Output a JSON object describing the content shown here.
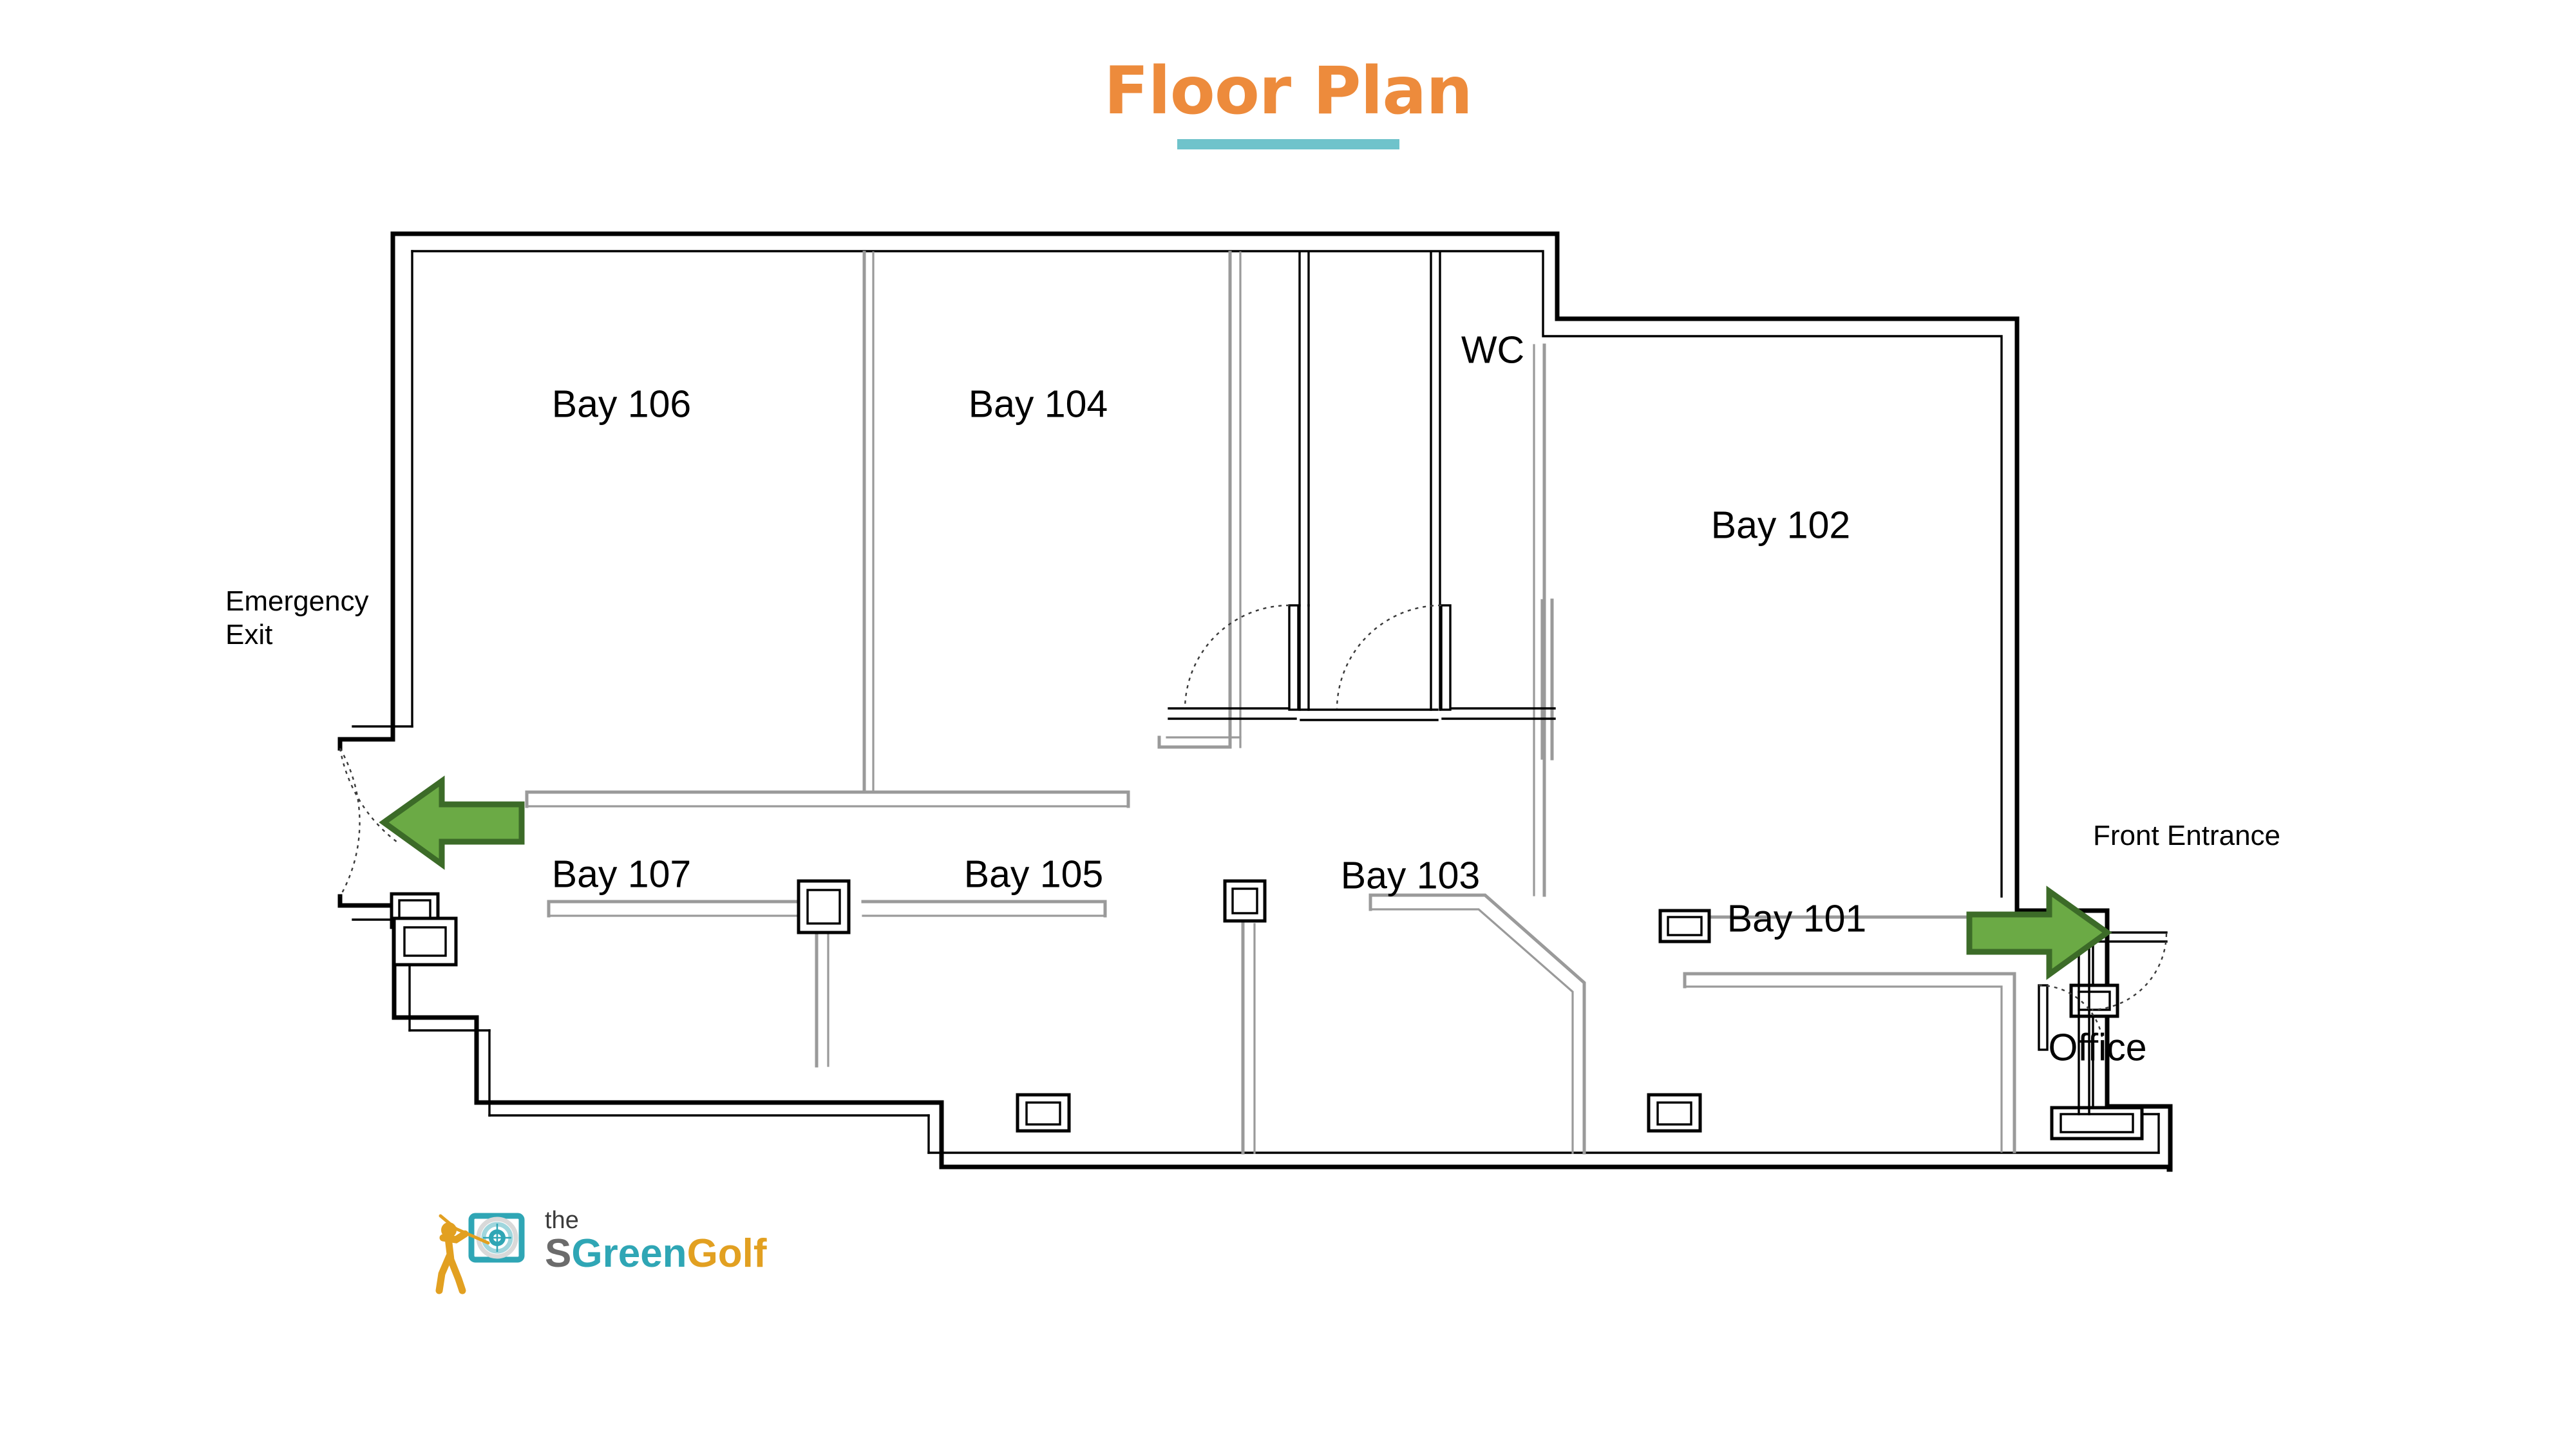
{
  "title": {
    "text": "Floor Plan",
    "color": "#ED8B3C",
    "underline_color": "#6FC3CB"
  },
  "plan": {
    "rooms": [
      {
        "id": "bay-106",
        "label": "Bay 106"
      },
      {
        "id": "bay-104",
        "label": "Bay 104"
      },
      {
        "id": "wc",
        "label": "WC"
      },
      {
        "id": "bay-102",
        "label": "Bay 102"
      },
      {
        "id": "bay-107",
        "label": "Bay 107"
      },
      {
        "id": "bay-105",
        "label": "Bay 105"
      },
      {
        "id": "bay-103",
        "label": "Bay 103"
      },
      {
        "id": "bay-101",
        "label": "Bay 101"
      },
      {
        "id": "office",
        "label": "Office"
      }
    ],
    "annotations": [
      {
        "id": "emergency-exit",
        "line1": "Emergency",
        "line2": "Exit",
        "arrow": "left",
        "arrow_color": "#6BAA45",
        "arrow_border": "#3C6B28"
      },
      {
        "id": "front-entrance",
        "line1": "Front Entrance",
        "line2": "",
        "arrow": "right",
        "arrow_color": "#6BAA45",
        "arrow_border": "#3C6B28"
      }
    ],
    "wall_color_exterior": "#000000",
    "wall_color_interior": "#9a9a9a"
  },
  "logo": {
    "tagline": "the",
    "name_s": "S",
    "name_green": "Green",
    "name_golf": "Golf",
    "color_s": "#6b6b6b",
    "color_green": "#2FA6B5",
    "color_golf": "#E2A021",
    "icon": "golfer-swing-icon"
  }
}
